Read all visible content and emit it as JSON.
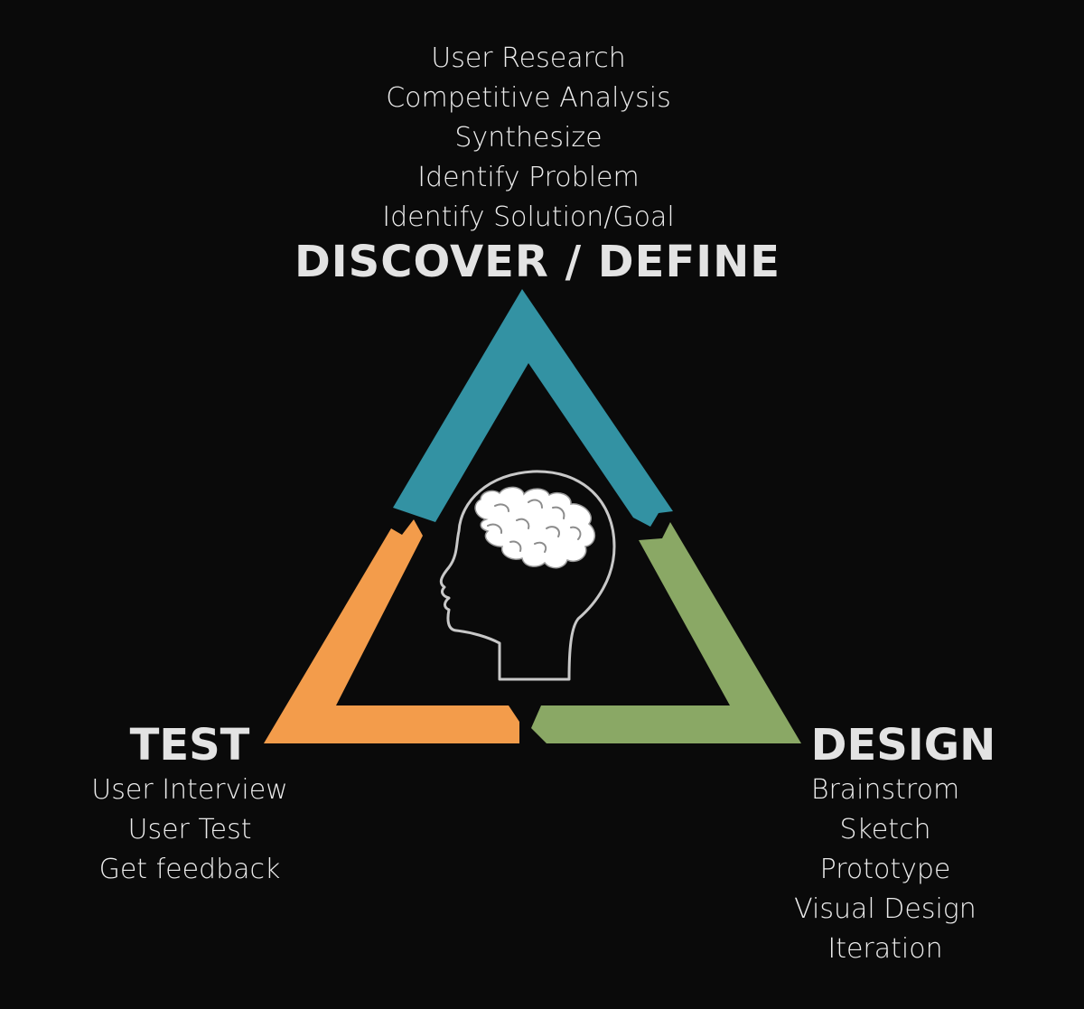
{
  "stages": {
    "discover": {
      "title": "DISCOVER / DEFINE",
      "items": [
        "User Research",
        "Competitive Analysis",
        "Synthesize",
        "Identify Problem",
        "Identify Solution/Goal"
      ],
      "color": "#3392a3"
    },
    "design": {
      "title": "DESIGN",
      "items": [
        "Brainstrom",
        "Sketch",
        "Prototype",
        "Visual Design",
        "Iteration"
      ],
      "color": "#8aa865"
    },
    "test": {
      "title": "TEST",
      "items": [
        "User Interview",
        "User Test",
        "Get feedback"
      ],
      "color": "#f39c4b"
    }
  },
  "colors": {
    "background": "#0a0a0a",
    "text": "#ececec",
    "head_outline": "#c8c8c8",
    "brain": "#ffffff"
  },
  "center_icon": "head-with-brain-icon"
}
